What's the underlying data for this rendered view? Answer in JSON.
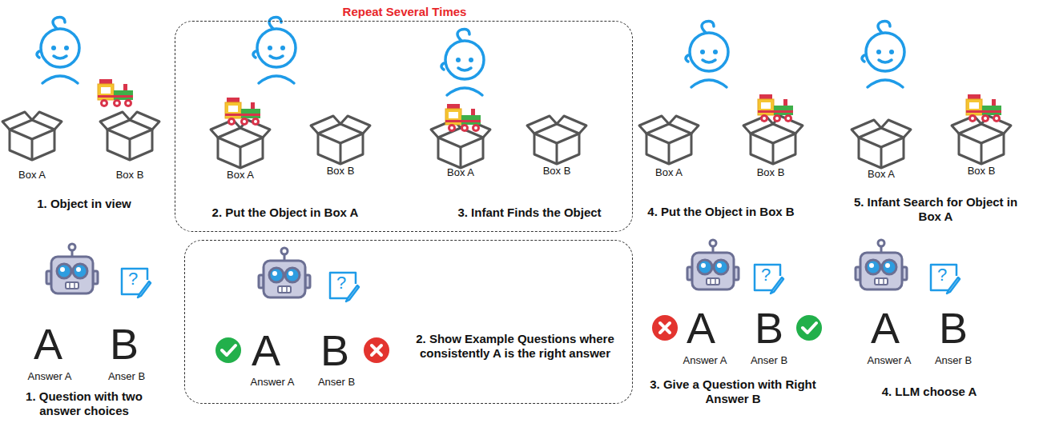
{
  "diagram": {
    "nodes": [
      {
        "text": [
          "Repeat Several Times",
          "2. Put the Object in Box A",
          "3. Infant Finds the Object"
        ]
      },
      {
        "text": [
          "2. Show Example Questions where consistently A is the right answer"
        ]
      }
    ],
    "labels": [
      "Box A",
      "Box B",
      "1. Object in view",
      "Box A",
      "Box B",
      "Box A",
      "Box B",
      "Box A",
      "Box B",
      "4. Put the Object in Box B",
      "Box A",
      "Box B",
      "5. Infant Search for Object in Box A",
      "?",
      "A",
      "B",
      "Answer A",
      "Anser B",
      "1. Question with two answer choices",
      "?",
      "A",
      "B",
      "Answer A",
      "Anser B",
      "?",
      "A",
      "B",
      "Answer A",
      "Anser B",
      "3. Give a Question with Right Answer B",
      "?",
      "A",
      "B",
      "Answer A",
      "Anser B",
      "4. LLM choose A"
    ]
  }
}
